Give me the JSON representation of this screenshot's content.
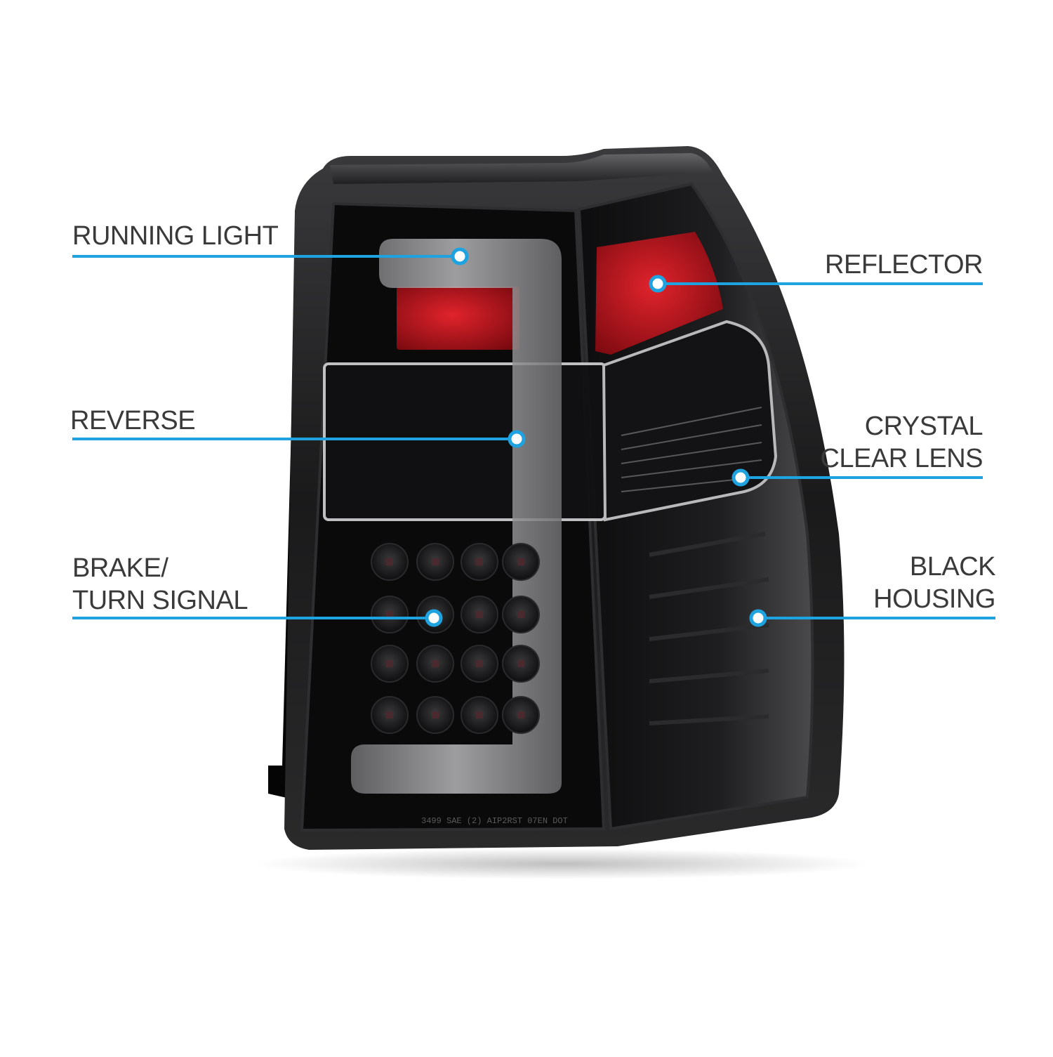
{
  "callouts": {
    "running_light": {
      "label": "RUNNING LIGHT"
    },
    "reverse": {
      "label": "REVERSE"
    },
    "brake_turn": {
      "line1": "BRAKE/",
      "line2": "TURN SIGNAL"
    },
    "reflector": {
      "label": "REFLECTOR"
    },
    "crystal_lens": {
      "line1": "CRYSTAL",
      "line2": "CLEAR LENS"
    },
    "black_housing": {
      "line1": "BLACK",
      "line2": "HOUSING"
    }
  },
  "dot_marking": "3499 SAE (2) AIP2RST 07EN DOT",
  "colors": {
    "callout_line": "#1fa3e0",
    "label_text": "#3a3a3a",
    "housing": "#0b0b0c",
    "reflector": "#c8121c"
  }
}
